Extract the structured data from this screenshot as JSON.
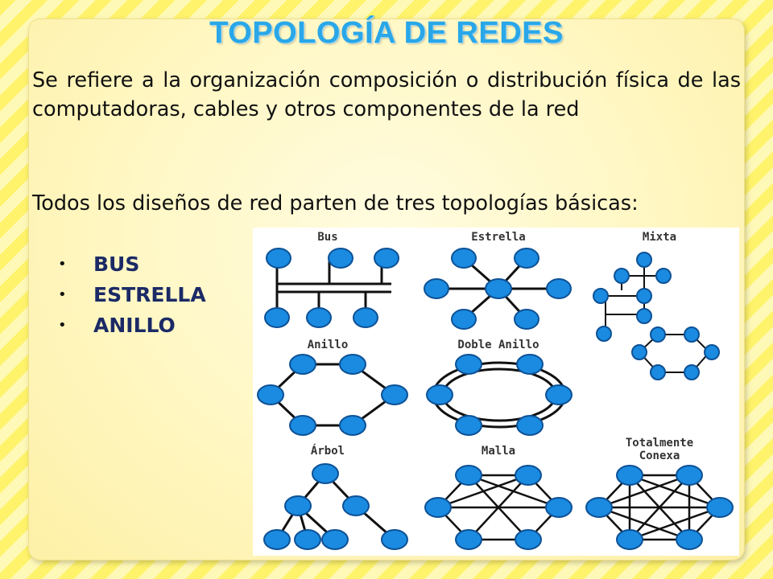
{
  "slide": {
    "title": "TOPOLOGÍA DE REDES",
    "paragraph1": "Se refiere a la organización composición o distribución física de las computadoras, cables y otros componentes de la red",
    "paragraph2": "Todos los diseños de red parten de tres topologías básicas:",
    "bullets": [
      "BUS",
      "ESTRELLA",
      "ANILLO"
    ]
  },
  "figure": {
    "labels": {
      "bus": "Bus",
      "estrella": "Estrella",
      "mixta": "Mixta",
      "anillo": "Anillo",
      "doble_anillo": "Doble Anillo",
      "arbol": "Árbol",
      "malla": "Malla",
      "totalmente_line1": "Totalmente",
      "totalmente_line2": "Conexa"
    },
    "colors": {
      "node": "#1a8be0",
      "node_stroke": "#0d5196",
      "line": "#111111"
    }
  }
}
